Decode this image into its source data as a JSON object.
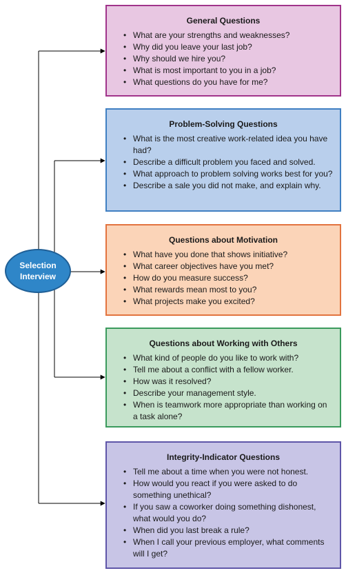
{
  "root": {
    "label": "Selection Interview",
    "fill": "#2f86c8",
    "border": "#1f5f96"
  },
  "boxes": [
    {
      "title": "General Questions",
      "fill": "#e8c7e2",
      "border": "#a0338a",
      "items": [
        "What are your strengths and weaknesses?",
        "Why did you leave your last job?",
        "Why should we hire you?",
        "What is most important to you in a job?",
        "What questions do you have for me?"
      ]
    },
    {
      "title": "Problem-Solving Questions",
      "fill": "#b9cfec",
      "border": "#3f7fc2",
      "items": [
        "What is the most creative work-related idea you have had?",
        "Describe a difficult problem you faced and solved.",
        "What approach to problem solving works best for you?",
        "Describe a sale you did not make, and explain why."
      ]
    },
    {
      "title": "Questions about Motivation",
      "fill": "#fbd4b8",
      "border": "#e2733e",
      "items": [
        "What have you done that shows initiative?",
        "What career objectives have you met?",
        "How do you measure success?",
        "What rewards mean most to you?",
        "What projects make you excited?"
      ]
    },
    {
      "title": "Questions about Working with Others",
      "fill": "#c6e3cc",
      "border": "#3a9a5c",
      "items": [
        "What kind of people do you like to work with?",
        "Tell me about a conflict with a fellow worker.",
        "How was it resolved?",
        "Describe your management style.",
        "When is teamwork more appropriate than working on a task alone?"
      ]
    },
    {
      "title": "Integrity-Indicator Questions",
      "fill": "#c8c5e6",
      "border": "#5e55a8",
      "items": [
        "Tell me about a time when you were not honest.",
        "How would you react if you were asked to do something unethical?",
        "If you saw a coworker doing something dishonest, what would you do?",
        "When did you last break a rule?",
        "When I call your previous employer, what comments will I get?"
      ]
    }
  ]
}
